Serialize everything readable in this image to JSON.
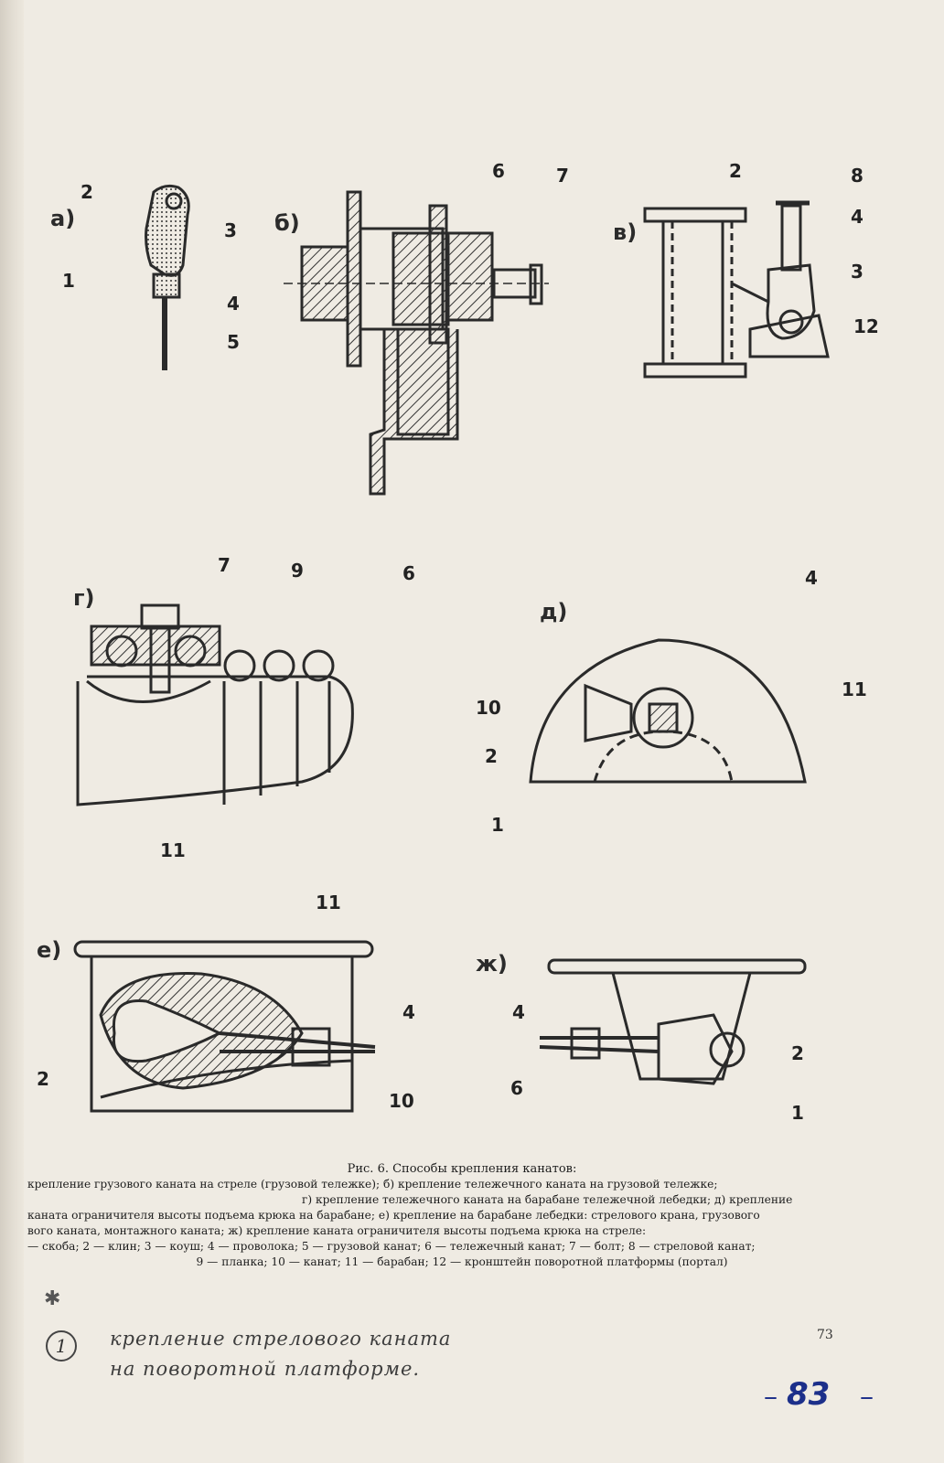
{
  "figure": {
    "labels": {
      "a": "а)",
      "b": "б)",
      "v": "в)",
      "g": "г)",
      "d": "д)",
      "e": "е)",
      "zh": "ж)"
    },
    "numbers": {
      "a": [
        "2",
        "3",
        "1",
        "4",
        "5"
      ],
      "b": [
        "6",
        "7"
      ],
      "v": [
        "2",
        "8",
        "4",
        "3",
        "12"
      ],
      "g": [
        "7",
        "9",
        "6",
        "11"
      ],
      "d": [
        "4",
        "11",
        "10",
        "2",
        "1"
      ],
      "e": [
        "11",
        "4",
        "2",
        "10"
      ],
      "zh": [
        "4",
        "6",
        "2",
        "1"
      ]
    }
  },
  "caption": {
    "title": "Рис. 6. Способы крепления канатов:",
    "lines": [
      "крепление грузового каната на стреле (грузовой тележке); б) крепление тележечного каната на грузовой тележке;",
      "г) крепление тележечного каната на барабане тележечной лебедки; д) крепление",
      "каната ограничителя высоты подъема крюка на барабане; е) крепление на барабане лебедки: стрелового крана, грузового",
      "вого каната, монтажного каната; ж) крепление каната ограничителя высоты подъема крюка на стреле:",
      "— скоба; 2 — клин; 3 — коуш; 4 — проволока; 5 — грузовой канат; 6 — тележечный канат; 7 — болт; 8 — стреловой канат;",
      "9 — планка; 10 — канат; 11 — барабан; 12 — кронштейн поворотной платформы (портал)"
    ]
  },
  "page_number": "73",
  "handwriting": {
    "circle": "1",
    "line1": "крепление стрелового каната",
    "line2": "на поворотной платформе.",
    "stamp": "83",
    "dashes": "–"
  }
}
